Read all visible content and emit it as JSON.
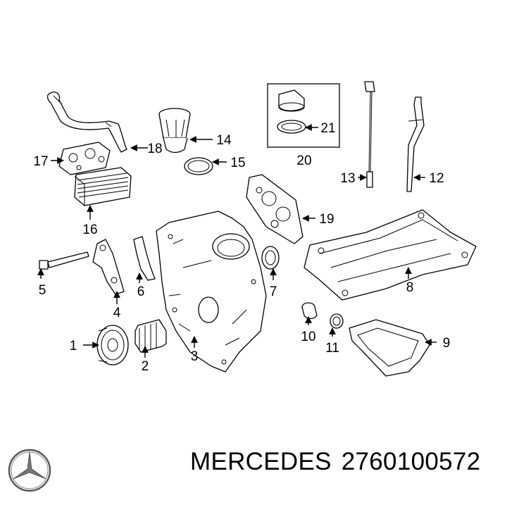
{
  "callouts": [
    "1",
    "2",
    "3",
    "4",
    "5",
    "6",
    "7",
    "8",
    "9",
    "10",
    "11",
    "12",
    "13",
    "14",
    "15",
    "16",
    "17",
    "18",
    "19",
    "20",
    "21"
  ],
  "brand": {
    "name": "MERCEDES",
    "part_number": "2760100572"
  },
  "logo": {
    "icon": "mercedes-star-icon"
  }
}
